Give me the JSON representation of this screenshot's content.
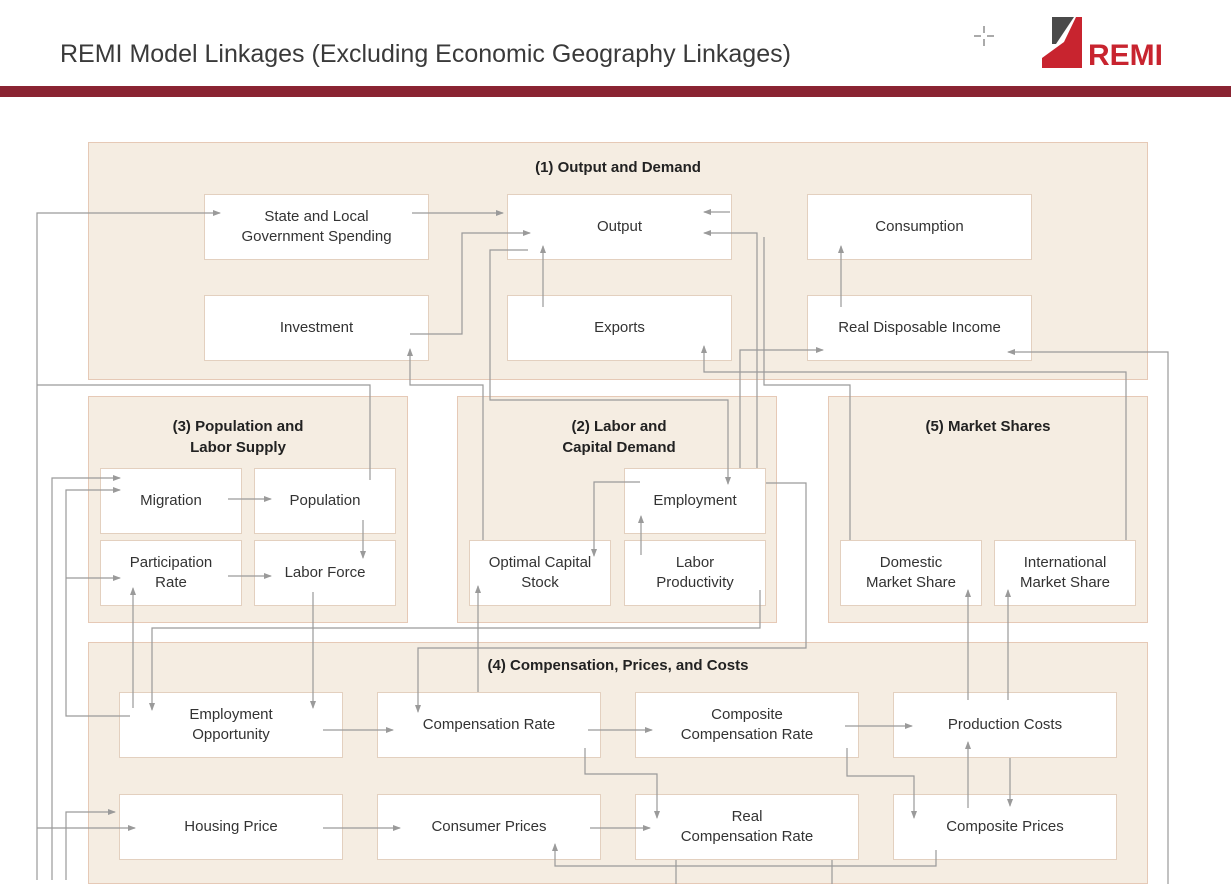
{
  "header": {
    "title": "REMI Model Linkages (Excluding Economic Geography Linkages)",
    "logo_text": "REMI"
  },
  "colors": {
    "rule": "#8a2432",
    "logo_red": "#c8242f",
    "logo_dark": "#4a4a4a",
    "panel_fill": "#f5ede2",
    "box_border": "#e3d0bf",
    "arrow": "#9a9a9a"
  },
  "icons": [
    "crosshair-icon",
    "remi-logo-icon",
    "arrowhead-icon"
  ],
  "panels": {
    "p1": "(1) Output and Demand",
    "p2a": "(2) Labor and",
    "p2b": "Capital Demand",
    "p3a": "(3) Population and",
    "p3b": "Labor Supply",
    "p4": "(4) Compensation, Prices, and Costs",
    "p5": "(5) Market Shares"
  },
  "nodes": {
    "state_local_1": "State and Local",
    "state_local_2": "Government Spending",
    "output": "Output",
    "consumption": "Consumption",
    "investment": "Investment",
    "exports": "Exports",
    "rdi": "Real Disposable Income",
    "migration": "Migration",
    "population": "Population",
    "participation_1": "Participation",
    "participation_2": "Rate",
    "labor_force": "Labor Force",
    "employment": "Employment",
    "optimal_1": "Optimal Capital",
    "optimal_2": "Stock",
    "labprod_1": "Labor",
    "labprod_2": "Productivity",
    "domestic_1": "Domestic",
    "domestic_2": "Market Share",
    "intl_1": "International",
    "intl_2": "Market Share",
    "empopp_1": "Employment",
    "empopp_2": "Opportunity",
    "comp_rate": "Compensation Rate",
    "comp_comp_1": "Composite",
    "comp_comp_2": "Compensation Rate",
    "prod_costs": "Production Costs",
    "housing": "Housing Price",
    "consumer_prices": "Consumer Prices",
    "real_comp_1": "Real",
    "real_comp_2": "Compensation Rate",
    "composite_prices": "Composite Prices"
  }
}
